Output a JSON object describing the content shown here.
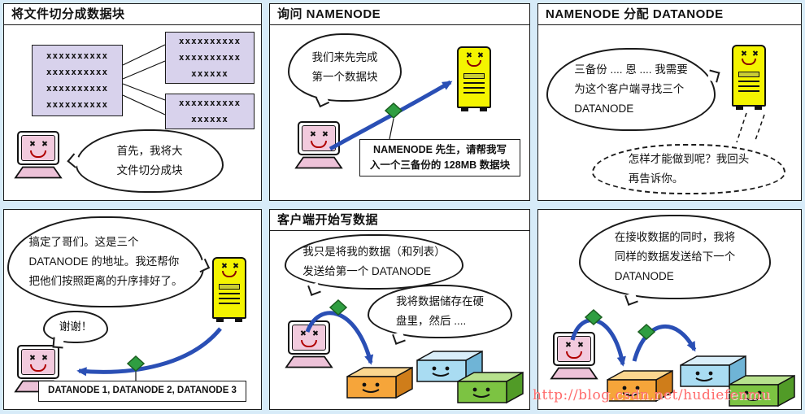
{
  "watermark": "http://blog.csdn.net/hudiefenmu",
  "colors": {
    "background": "#d7ebf8",
    "arrow_blue": "#2a4fb5",
    "diamond_green": "#2f9e41",
    "block_purple": "#d8d2ec",
    "server_yellow": "#f4f400",
    "screen_pink": "#f2cadd",
    "datanode_orange": "#f6a53a",
    "datanode_cyan": "#a9dcf2",
    "datanode_green": "#7cc342"
  },
  "icons": {
    "client-computer": "smiley monitor with keyboard",
    "namenode-server": "smiley yellow tower server",
    "datanode-box": "smiley 3d drive box",
    "data-block": "green diamond on arrow",
    "transfer-arrow": "thick blue curved arrow"
  },
  "p1": {
    "title": "将文件切分成数据块",
    "big_block": [
      "xxxxxxxxxx",
      "xxxxxxxxxx",
      "xxxxxxxxxx",
      "xxxxxxxxxx"
    ],
    "part_block1": [
      "xxxxxxxxxx",
      "xxxxxxxxxx",
      "xxxxxx"
    ],
    "part_block2": [
      "xxxxxxxxxx",
      "xxxxxx"
    ],
    "bubble": [
      "首先，我将大",
      "文件切分成块"
    ]
  },
  "p2": {
    "title": "询问 NAMENODE",
    "bubble": [
      "我们来先完成",
      "第一个数据块"
    ],
    "note": [
      "NAMENODE 先生，请帮我写",
      "入一个三备份的 128MB 数据块"
    ]
  },
  "p3": {
    "title": "NAMENODE 分配 DATANODE",
    "bubble": [
      "三备份 .... 恩 .... 我需要",
      "为这个客户端寻找三个",
      "DATANODE"
    ],
    "thought": [
      "怎样才能做到呢？我回头",
      "再告诉你。"
    ]
  },
  "p4": {
    "bubble": [
      "搞定了哥们。这是三个",
      "DATANODE 的地址。我还帮你",
      "把他们按照距离的升序排好了。"
    ],
    "thanks": "谢谢！",
    "note": "DATANODE 1, DATANODE 2, DATANODE 3"
  },
  "p5": {
    "title": "客户端开始写数据",
    "bubble1": [
      "我只是将我的数据（和列表）",
      "发送给第一个 DATANODE"
    ],
    "bubble2": [
      "我将数据储存在硬",
      "盘里，然后 ...."
    ]
  },
  "p6": {
    "bubble": [
      "在接收数据的同时，我将",
      "同样的数据发送给下一个",
      "DATANODE"
    ]
  }
}
